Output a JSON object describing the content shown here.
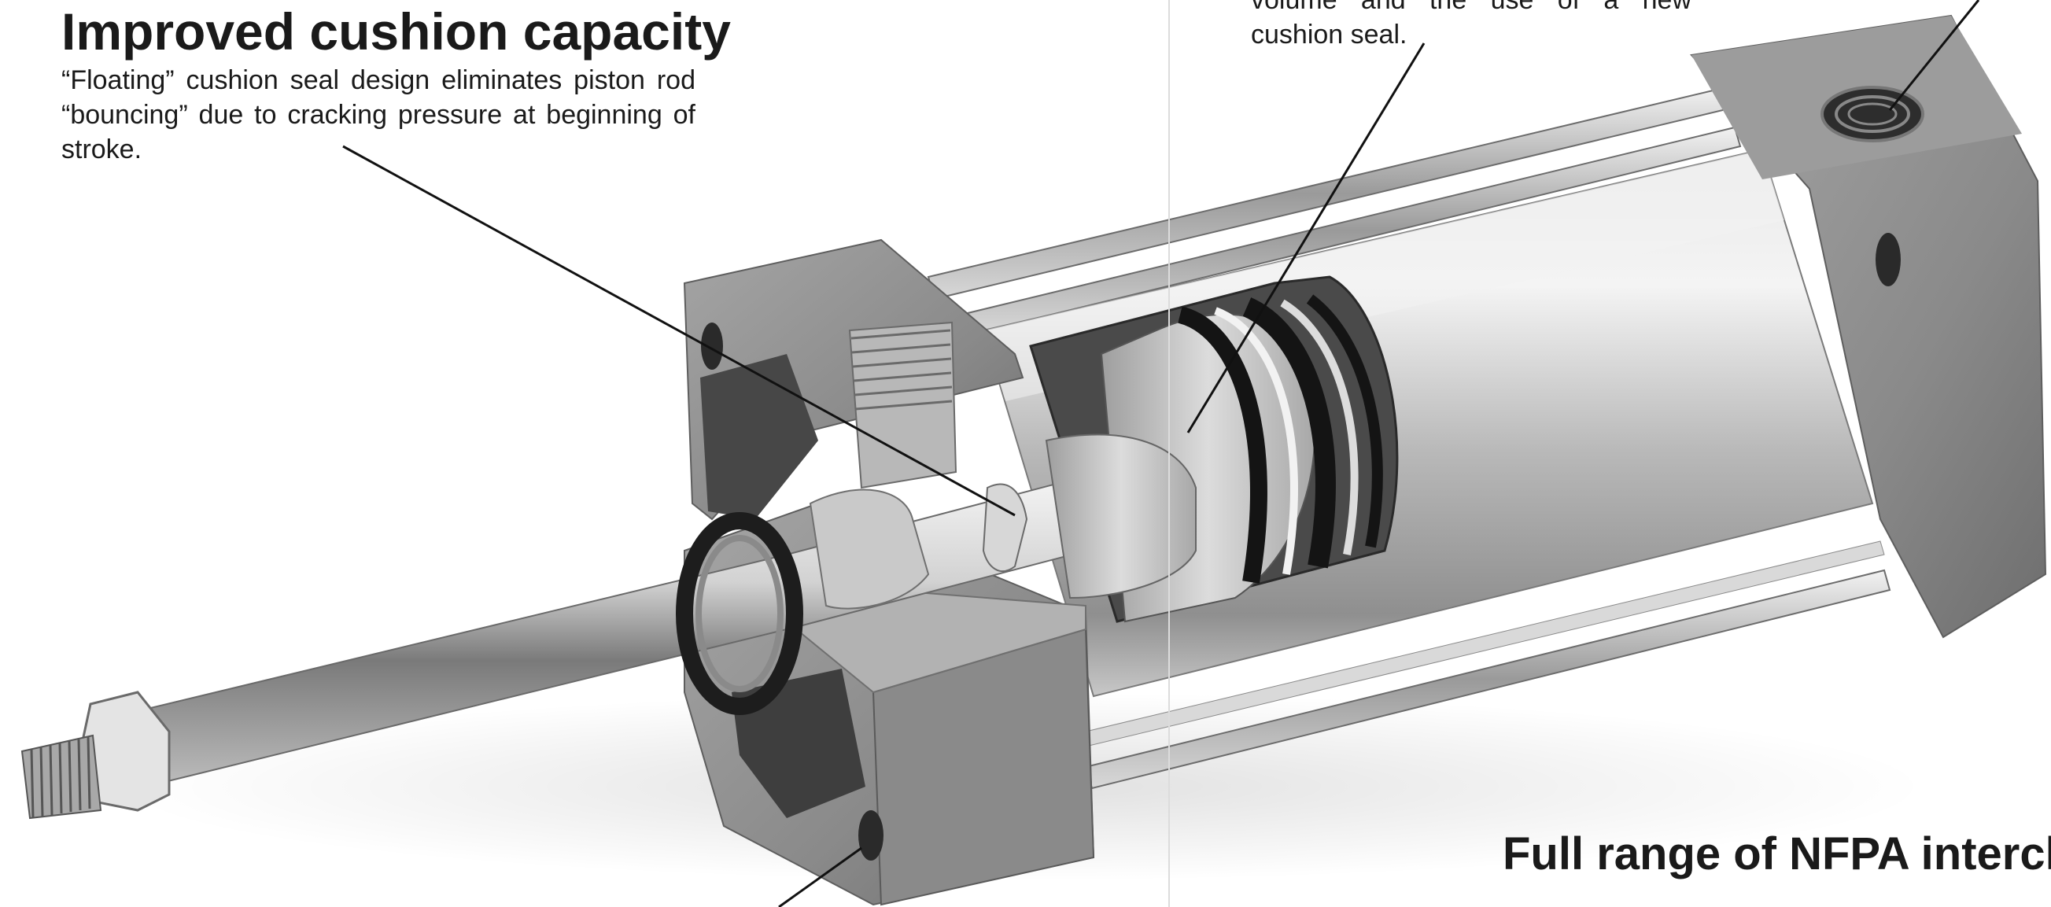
{
  "callouts": {
    "cushion": {
      "heading": "Improved cushion capacity",
      "text": "“Floating” cushion seal design eliminates piston rod “bouncing” due to cracking pressure at beginning of stroke."
    },
    "volume": {
      "text": "volume and the use of a new cushion seal."
    },
    "nfpa": {
      "heading": "Full range of NFPA interchangeable mounting configurations"
    }
  },
  "illustration": {
    "subject": "cutaway-air-cylinder",
    "colors": {
      "background": "#ffffff",
      "end_cap": "#8d8d8d",
      "end_cap_dark": "#5e5e5e",
      "barrel": "#bdbdbd",
      "rod": "#d6d6d6",
      "seal": "#1c1c1c",
      "leader_line": "#111111"
    }
  }
}
